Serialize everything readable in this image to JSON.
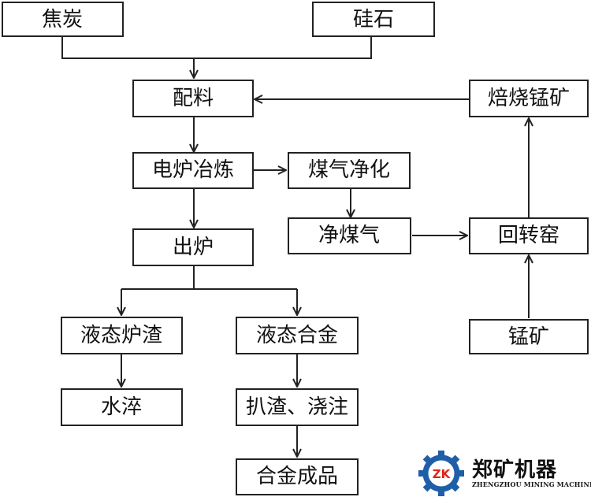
{
  "nodes": {
    "jiaotan": "焦炭",
    "guishi": "硅石",
    "peiliao": "配料",
    "diancluyelian": "电炉冶炼",
    "meiqijinghua": "煤气净化",
    "chulu": "出炉",
    "jingmeiqi": "净煤气",
    "huizhuanyao": "回转窑",
    "beishaomengkuang": "焙烧锰矿",
    "yetailuzha": "液态炉渣",
    "yetaihejin": "液态合金",
    "mengkuang": "锰矿",
    "shuicui": "水淬",
    "pazhajiaozhu": "扒渣、浇注",
    "hejinchengpin": "合金成品"
  },
  "logo": {
    "mark": "ZK",
    "name": "郑矿机器",
    "subtitle": "ZHENGZHOU MINING MACHINERY",
    "colors": {
      "gear": "#1f5fa8",
      "accent": "#e2231a"
    }
  }
}
